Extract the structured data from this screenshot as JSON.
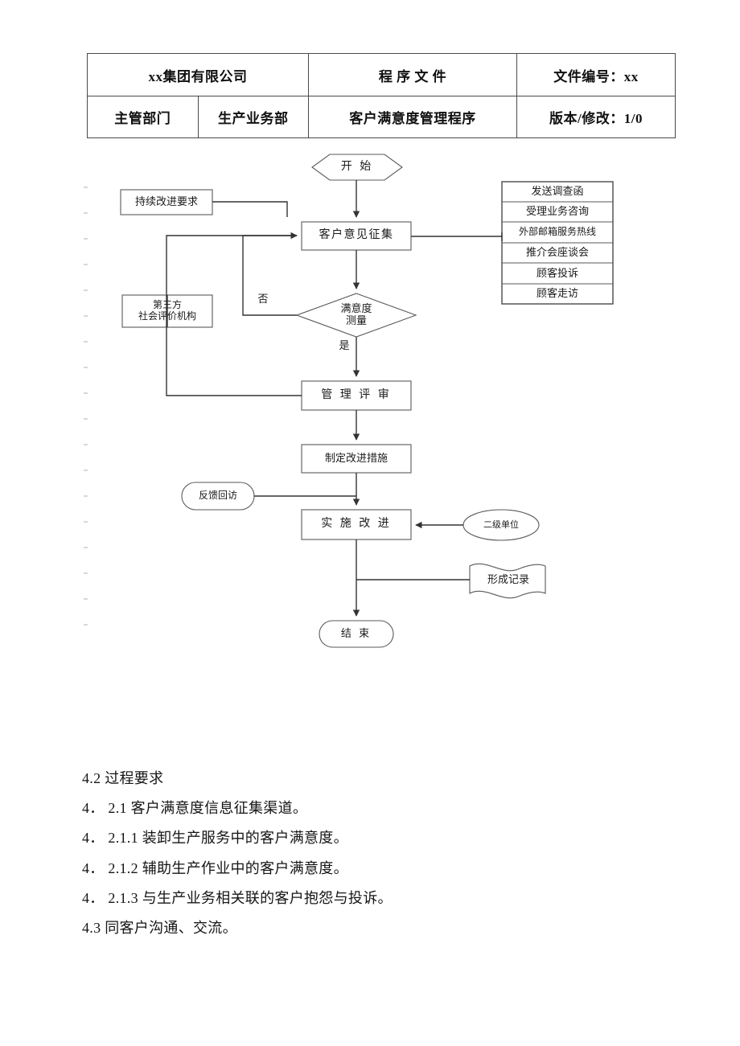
{
  "header": {
    "company": "xx集团有限公司",
    "doc_type": "程 序 文 件",
    "doc_no": "文件编号：xx",
    "dept_label": "主管部门",
    "dept_name": "生产业务部",
    "title": "客户满意度管理程序",
    "version": "版本/修改：1/0"
  },
  "flowchart": {
    "nodes": {
      "start": "开 始",
      "continuous_improvement": "持续改进要求",
      "collect_opinion": "客户意见征集",
      "third_party": "第三方\n社会评价机构",
      "decision": "满意度\n测量",
      "management_review": "管 理 评 审",
      "improvement_plan": "制定改进措施",
      "feedback_visit": "反馈回访",
      "implement": "实 施 改 进",
      "secondary_unit": "二级单位",
      "form_record": "形成记录",
      "end": "结 束"
    },
    "branch_labels": {
      "no": "否",
      "yes": "是"
    },
    "channel_list": [
      "发送调查函",
      "受理业务咨询",
      "外部邮箱服务热线",
      "推介会座谈会",
      "顾客投诉",
      "顾客走访"
    ]
  },
  "body": {
    "lines": [
      "4.2 过程要求",
      "4． 2.1 客户满意度信息征集渠道。",
      "4． 2.1.1 装卸生产服务中的客户满意度。",
      "4． 2.1.2 辅助生产作业中的客户满意度。",
      "4． 2.1.3 与生产业务相关联的客户抱怨与投诉。",
      "4.3 同客户沟通、交流。"
    ]
  },
  "colors": {
    "stroke": "#555555",
    "stroke_dark": "#333333",
    "text": "#1a1a1a",
    "table_border": "#4a4a4a"
  }
}
